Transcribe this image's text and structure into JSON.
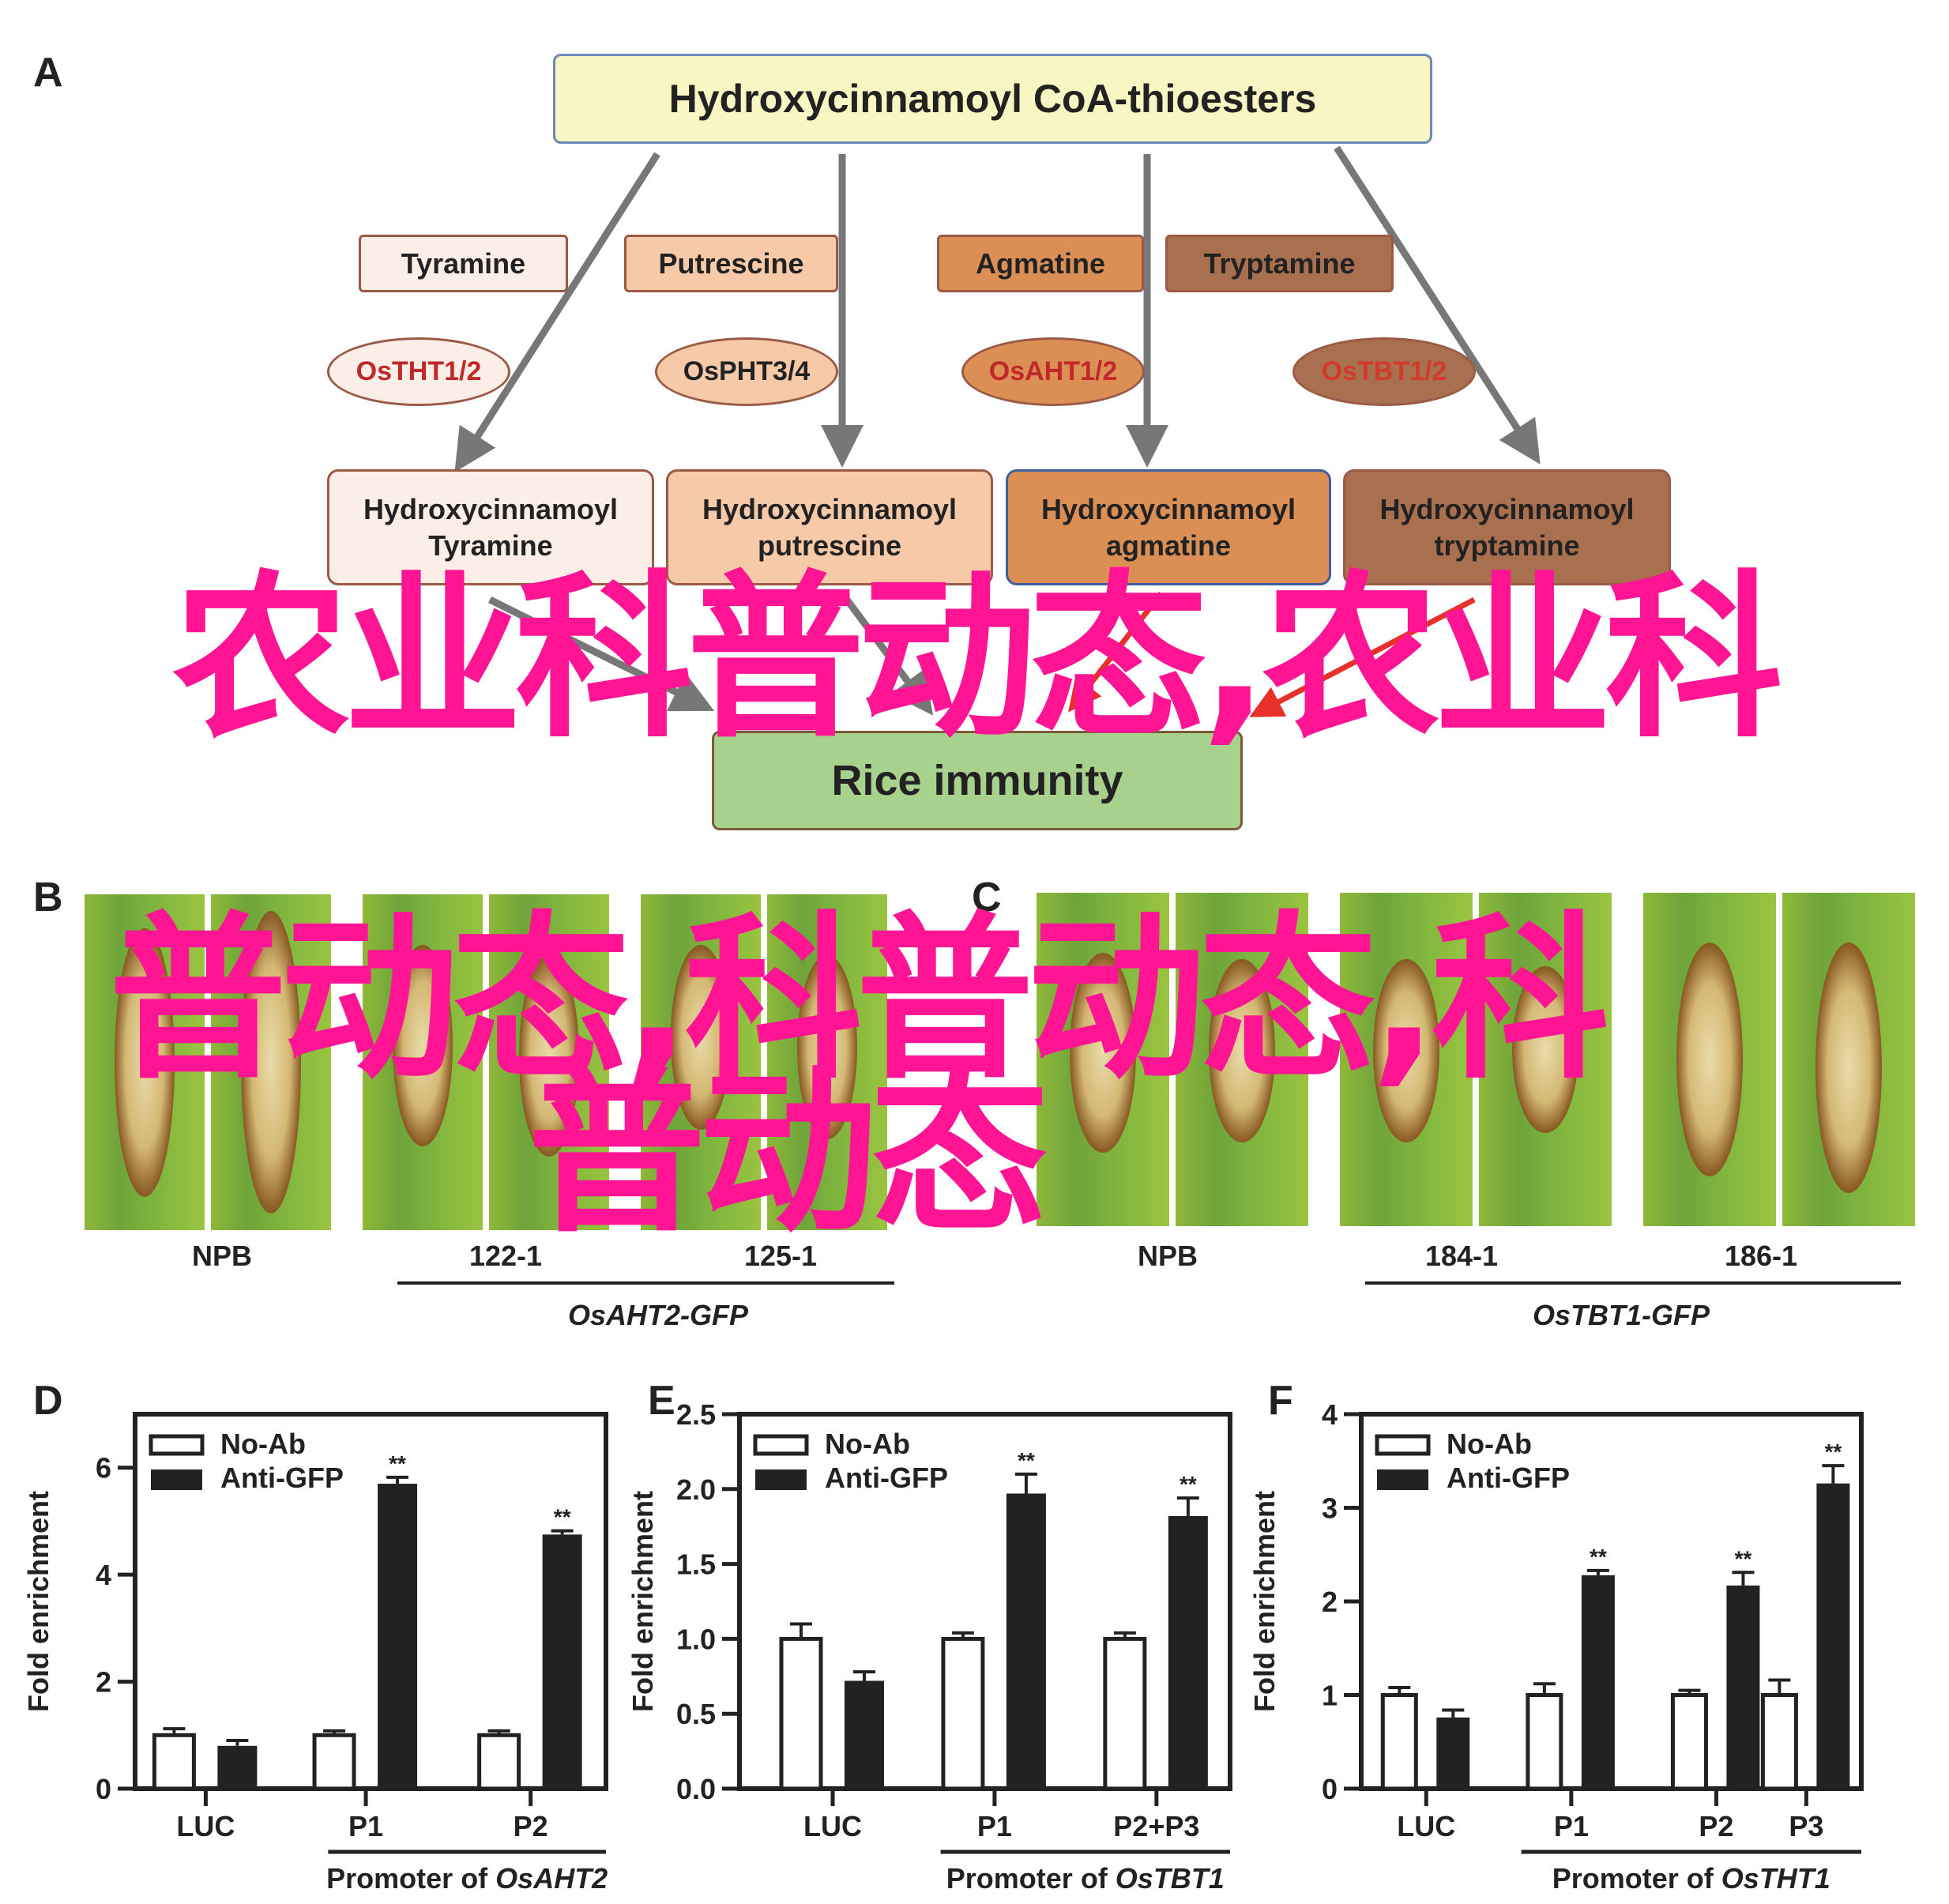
{
  "panels": {
    "a": "A",
    "b": "B",
    "c": "C",
    "d": "D",
    "e": "E",
    "f": "F"
  },
  "pathway": {
    "top": "Hydroxycinnamoyl CoA-thioesters",
    "substrates": [
      "Tyramine",
      "Putrescine",
      "Agmatine",
      "Tryptamine"
    ],
    "enzymes": [
      "OsTHT1/2",
      "OsPHT3/4",
      "OsAHT1/2",
      "OsTBT1/2"
    ],
    "products": [
      [
        "Hydroxycinnamoyl",
        "Tyramine"
      ],
      [
        "Hydroxycinnamoyl",
        "putrescine"
      ],
      [
        "Hydroxycinnamoyl",
        "agmatine"
      ],
      [
        "Hydroxycinnamoyl",
        "tryptamine"
      ]
    ],
    "outcome": "Rice immunity",
    "colors": {
      "top_fill": "#f8f6c2",
      "sub1": "#fbeee6",
      "sub2": "#f6c9a8",
      "sub3": "#dc8f55",
      "sub4": "#a8704f",
      "outcome": "#a9d18e",
      "arrow_gray": "#777777",
      "arrow_red": "#e8302a"
    }
  },
  "leaf_panels": {
    "b": {
      "labels": [
        "NPB",
        "122-1",
        "125-1"
      ],
      "group": "OsAHT2-GFP"
    },
    "c": {
      "labels": [
        "NPB",
        "184-1",
        "186-1"
      ],
      "group": "OsTBT1-GFP"
    }
  },
  "watermark": [
    "农业科普动态,农业科",
    "普动态,科普动态,科",
    "普动态"
  ],
  "chart_data": [
    {
      "type": "bar",
      "panel": "D",
      "ylabel": "Fold enrichment",
      "ylim": [
        0,
        7
      ],
      "yticks": [
        "0",
        "2",
        "4",
        "6"
      ],
      "ytick_values": [
        0,
        2,
        4,
        6
      ],
      "legend": [
        "No-Ab",
        "Anti-GFP"
      ],
      "legend_placement": "top-left",
      "categories": [
        "LUC",
        "P1",
        "P2"
      ],
      "group_label_prefix": "Promoter of ",
      "group_label_gene": "OsAHT2",
      "series": [
        {
          "name": "No-Ab",
          "values": [
            1.0,
            1.0,
            1.0
          ],
          "errors": [
            0.12,
            0.08,
            0.08
          ]
        },
        {
          "name": "Anti-GFP",
          "values": [
            0.8,
            5.7,
            4.75
          ],
          "errors": [
            0.1,
            0.12,
            0.07
          ]
        }
      ],
      "significance": [
        "",
        "**",
        "**"
      ]
    },
    {
      "type": "bar",
      "panel": "E",
      "ylabel": "Fold enrichment",
      "ylim": [
        0,
        2.5
      ],
      "yticks": [
        "0.0",
        "0.5",
        "1.0",
        "1.5",
        "2.0",
        "2.5"
      ],
      "ytick_values": [
        0,
        0.5,
        1,
        1.5,
        2,
        2.5
      ],
      "legend": [
        "No-Ab",
        "Anti-GFP"
      ],
      "legend_placement": "top-left",
      "categories": [
        "LUC",
        "P1",
        "P2+P3"
      ],
      "group_label_prefix": "Promoter of ",
      "group_label_gene": "OsTBT1",
      "series": [
        {
          "name": "No-Ab",
          "values": [
            1.0,
            1.0,
            1.0
          ],
          "errors": [
            0.1,
            0.04,
            0.04
          ]
        },
        {
          "name": "Anti-GFP",
          "values": [
            0.72,
            1.97,
            1.82
          ],
          "errors": [
            0.06,
            0.13,
            0.12
          ]
        }
      ],
      "significance": [
        "",
        "**",
        "**"
      ]
    },
    {
      "type": "bar",
      "panel": "F",
      "ylabel": "Fold enrichment",
      "ylim": [
        0,
        4
      ],
      "yticks": [
        "0",
        "1",
        "2",
        "3",
        "4"
      ],
      "ytick_values": [
        0,
        1,
        2,
        3,
        4
      ],
      "legend": [
        "No-Ab",
        "Anti-GFP"
      ],
      "legend_placement": "top-left",
      "categories": [
        "LUC",
        "P1",
        "P2",
        "P3"
      ],
      "group_label_prefix": "Promoter of ",
      "group_label_gene": "OsTHT1",
      "series": [
        {
          "name": "No-Ab",
          "values": [
            1.0,
            1.0,
            1.0,
            1.0
          ],
          "errors": [
            0.08,
            0.12,
            0.05,
            0.16
          ]
        },
        {
          "name": "Anti-GFP",
          "values": [
            0.76,
            2.28,
            2.17,
            3.26
          ],
          "errors": [
            0.08,
            0.05,
            0.14,
            0.19
          ]
        }
      ],
      "significance": [
        "",
        "**",
        "**",
        "**"
      ]
    }
  ]
}
